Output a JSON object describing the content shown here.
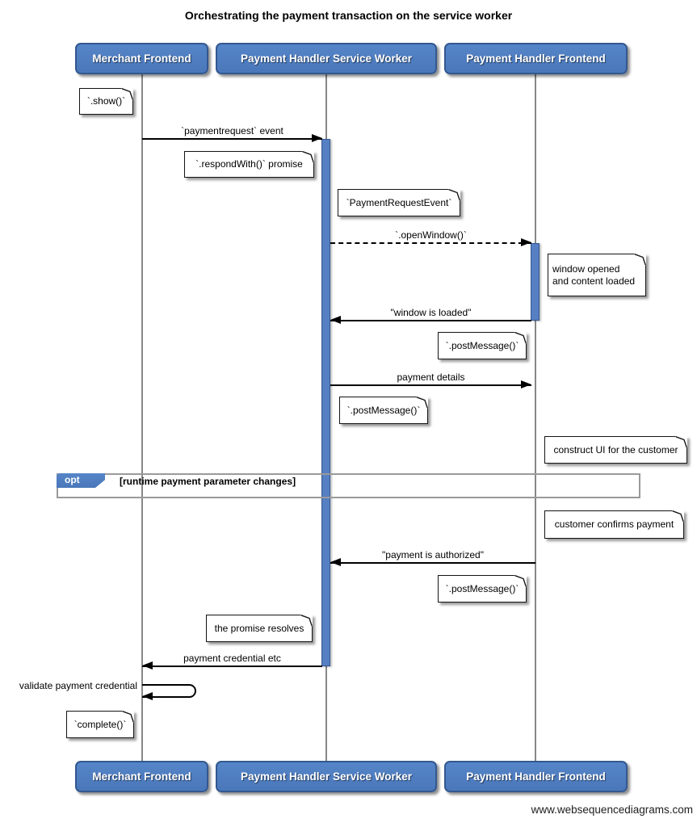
{
  "title": "Orchestrating the payment transaction on the service worker",
  "footer": "www.websequencediagrams.com",
  "colors": {
    "actor_fill": "#4d7cc1",
    "actor_border": "#33588f",
    "activation_fill": "#577fc3",
    "lifeline_gray": "#878787",
    "frame_border": "#9a9a9a",
    "note_bg": "#ffffff"
  },
  "actors": [
    {
      "name": "Merchant Frontend"
    },
    {
      "name": "Payment Handler Service Worker"
    },
    {
      "name": "Payment Handler Frontend"
    }
  ],
  "messages": [
    {
      "label": "`paymentrequest` event",
      "from": "Merchant Frontend",
      "to": "Payment Handler Service Worker",
      "style": "solid"
    },
    {
      "label": "`.openWindow()`",
      "from": "Payment Handler Service Worker",
      "to": "Payment Handler Frontend",
      "style": "dashed"
    },
    {
      "label": "\"window is loaded\"",
      "from": "Payment Handler Frontend",
      "to": "Payment Handler Service Worker",
      "style": "solid"
    },
    {
      "label": "payment details",
      "from": "Payment Handler Service Worker",
      "to": "Payment Handler Frontend",
      "style": "solid"
    },
    {
      "label": "\"payment is authorized\"",
      "from": "Payment Handler Frontend",
      "to": "Payment Handler Service Worker",
      "style": "solid"
    },
    {
      "label": "payment credential etc",
      "from": "Payment Handler Service Worker",
      "to": "Merchant Frontend",
      "style": "solid"
    },
    {
      "label": "validate payment credential",
      "from": "Merchant Frontend",
      "to": "Merchant Frontend",
      "style": "self"
    }
  ],
  "notes": [
    {
      "text": "`.show()`"
    },
    {
      "text": "`.respondWith()` promise"
    },
    {
      "text": "`PaymentRequestEvent`"
    },
    {
      "text": "window opened\nand content loaded"
    },
    {
      "text": "`.postMessage()`"
    },
    {
      "text": "`.postMessage()`"
    },
    {
      "text": "construct UI for the customer"
    },
    {
      "text": "customer confirms payment"
    },
    {
      "text": "`.postMessage()`"
    },
    {
      "text": "the promise resolves"
    },
    {
      "text": "`complete()`"
    }
  ],
  "fragment": {
    "operator": "opt",
    "condition": "[runtime payment parameter changes]"
  }
}
